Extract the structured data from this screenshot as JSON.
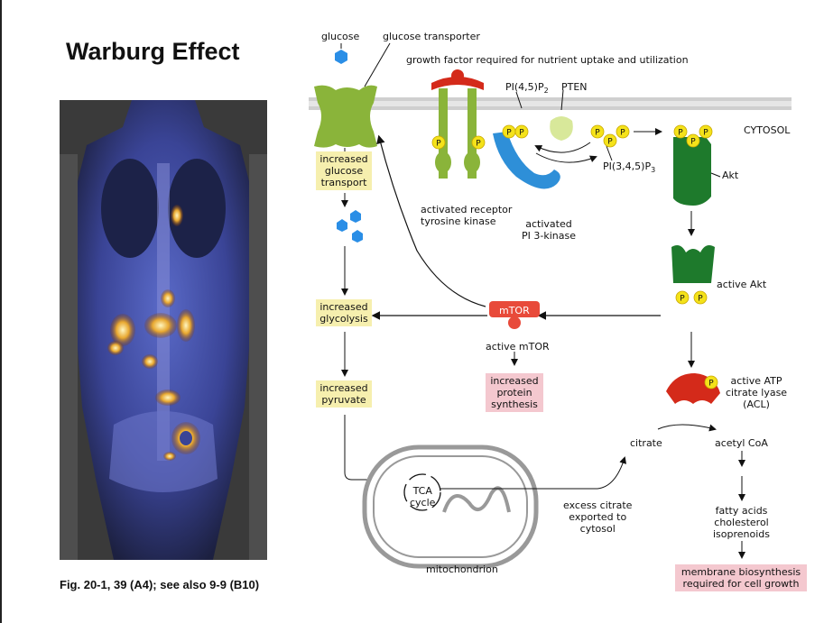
{
  "title": "Warburg Effect",
  "caption": "Fig. 20-1, 39 (A4); see also 9-9 (B10)",
  "labels": {
    "glucose": "glucose",
    "glucose_transporter": "glucose transporter",
    "growth_factor": "growth factor required for nutrient uptake and utilization",
    "pi45p2": "PI(4,5)P",
    "pi45p2_sub": "2",
    "pten": "PTEN",
    "cytosol": "CYTOSOL",
    "pi345p3": "PI(3,4,5)P",
    "pi345p3_sub": "3",
    "akt": "Akt",
    "activated_rtk": [
      "activated receptor",
      "tyrosine kinase"
    ],
    "activated_pi3k": [
      "activated",
      "PI 3-kinase"
    ],
    "active_akt": "active Akt",
    "mtor": "mTOR",
    "active_mtor": "active mTOR",
    "active_acl": [
      "active ATP",
      "citrate lyase",
      "(ACL)"
    ],
    "citrate": "citrate",
    "acetyl_coa": "acetyl CoA",
    "tca_cycle": [
      "TCA",
      "cycle"
    ],
    "excess_citrate": [
      "excess citrate",
      "exported to",
      "cytosol"
    ],
    "fatty_acids": [
      "fatty acids",
      "cholesterol",
      "isoprenoids"
    ],
    "mitochondrion": "mitochondrion",
    "phospho": "P"
  },
  "boxes": {
    "increased_glucose_transport": [
      "increased",
      "glucose",
      "transport"
    ],
    "increased_glycolysis": [
      "increased",
      "glycolysis"
    ],
    "increased_pyruvate": [
      "increased",
      "pyruvate"
    ],
    "increased_protein_synthesis": [
      "increased",
      "protein",
      "synthesis"
    ],
    "membrane_biosynthesis": [
      "membrane biosynthesis",
      "required for cell growth"
    ]
  },
  "colors": {
    "receptor_green": "#8ab43a",
    "akt_green": "#1e7a2c",
    "pi3k_blue": "#2e8fd8",
    "acl_red": "#d42a1a",
    "membrane_gray": "#c9c9c9",
    "yellow_box": "#f6efae",
    "pink_box": "#f4c8cf",
    "glucose_blue": "#2a8ee6",
    "phospho_yellow": "#f4e21a"
  }
}
